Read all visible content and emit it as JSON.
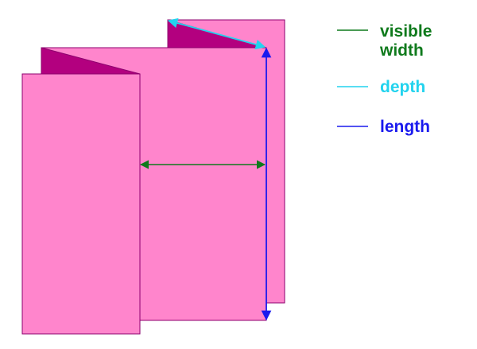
{
  "colors": {
    "panel_fill": "#ff85cc",
    "panel_stroke": "#8c006e",
    "fold_fill": "#b3007f",
    "width_color": "#0f7a1c",
    "depth_color": "#22d3ee",
    "length_color": "#1a1aee"
  },
  "legend": {
    "width_line1": "visible",
    "width_line2": "width",
    "depth": "depth",
    "length": "length"
  }
}
